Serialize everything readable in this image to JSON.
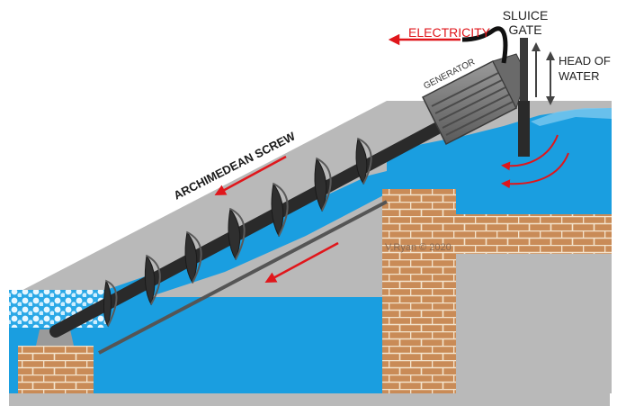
{
  "labels": {
    "sluice_line1": "SLUICE",
    "sluice_line2": "GATE",
    "electricity": "ELECTRICITY",
    "head_line1": "HEAD OF",
    "head_line2": "WATER",
    "generator": "GENERATOR",
    "screw": "ARCHIMEDEAN SCREW",
    "credit": "V.Ryan © 2020"
  },
  "colors": {
    "water": "#1a9ee0",
    "foam": "#dff4ff",
    "concrete": "#b9b9b9",
    "concrete_dark": "#9a9a9a",
    "brick": "#c98b57",
    "mortar": "#f3e3cc",
    "screw": "#2a2a2a",
    "generator": "#7a7a7a",
    "flow_arrow": "#e0161b",
    "electricity_text": "#e0161b",
    "label_text": "#222222"
  }
}
